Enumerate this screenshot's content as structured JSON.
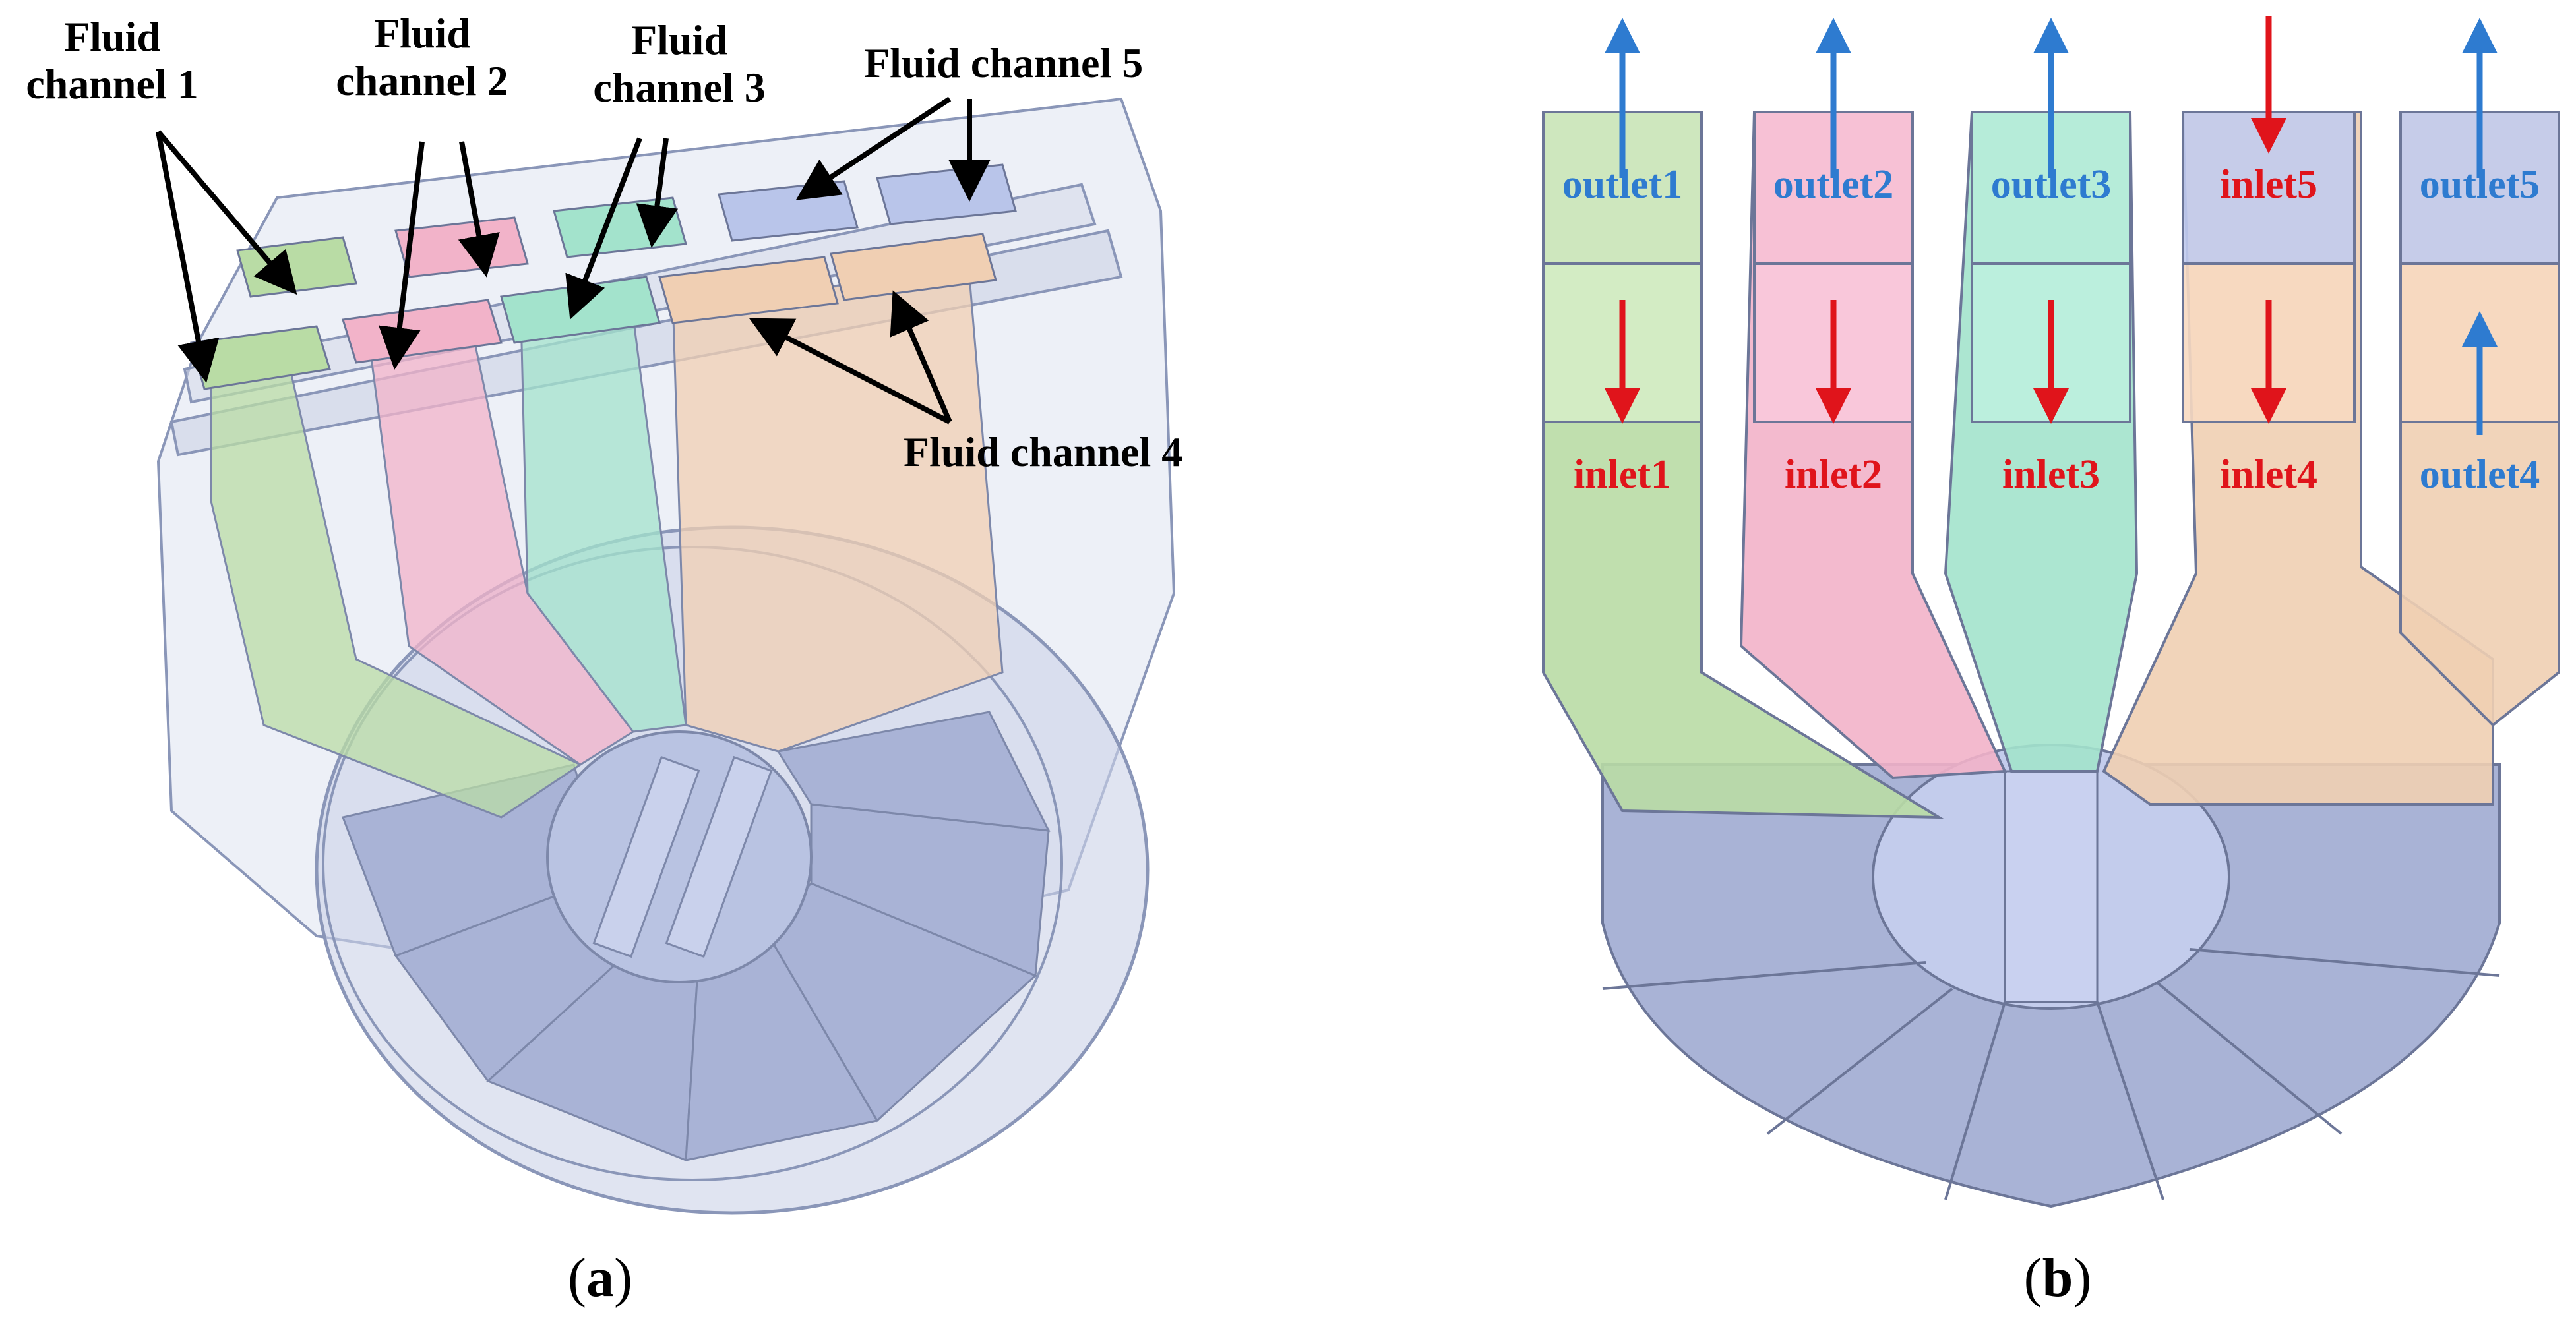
{
  "figure_a": {
    "labels": [
      {
        "id": "ch1",
        "text": "Fluid channel 1",
        "line1": "Fluid",
        "line2": "channel 1"
      },
      {
        "id": "ch2",
        "text": "Fluid channel 2",
        "line1": "Fluid",
        "line2": "channel 2"
      },
      {
        "id": "ch3",
        "text": "Fluid channel 3",
        "line1": "Fluid",
        "line2": "channel 3"
      },
      {
        "id": "ch4",
        "text": "Fluid channel 4"
      },
      {
        "id": "ch5",
        "text": "Fluid channel 5"
      }
    ],
    "caption_open": "(",
    "caption_letter": "a",
    "caption_close": ")"
  },
  "figure_b": {
    "top_ports": [
      {
        "label": "outlet1",
        "direction": "up",
        "color": "#2e7bd0"
      },
      {
        "label": "outlet2",
        "direction": "up",
        "color": "#2e7bd0"
      },
      {
        "label": "outlet3",
        "direction": "up",
        "color": "#2e7bd0"
      },
      {
        "label": "inlet5",
        "direction": "down",
        "color": "#e0141b"
      },
      {
        "label": "outlet5",
        "direction": "up",
        "color": "#2e7bd0"
      }
    ],
    "bottom_ports": [
      {
        "label": "inlet1",
        "direction": "down",
        "color": "#e0141b"
      },
      {
        "label": "inlet2",
        "direction": "down",
        "color": "#e0141b"
      },
      {
        "label": "inlet3",
        "direction": "down",
        "color": "#e0141b"
      },
      {
        "label": "inlet4",
        "direction": "down",
        "color": "#e0141b"
      },
      {
        "label": "outlet4",
        "direction": "up",
        "color": "#2e7bd0"
      }
    ],
    "caption_open": "(",
    "caption_letter": "b",
    "caption_close": ")"
  },
  "colors": {
    "channel1": "#b9dca5",
    "channel2": "#f2b3c9",
    "channel3": "#a3e3cc",
    "channel4": "#f0cfb3",
    "channel5": "#b9c5ea",
    "disc": "#a9b3d6",
    "housing_stroke": "#8a96b8",
    "inlet": "#e0141b",
    "outlet": "#2e7bd0"
  }
}
